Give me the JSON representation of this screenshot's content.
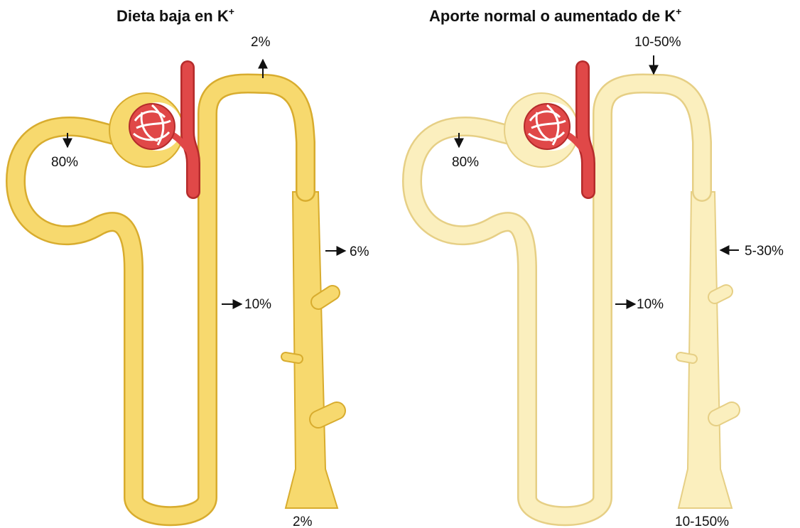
{
  "panels": [
    {
      "title": "Dieta baja en K",
      "title_sup": "+",
      "tubule_color": "#f7d96e",
      "tubule_edge": "#d8ac2e",
      "labels": {
        "proximal": "80%",
        "loop_tip": "2%",
        "ascending": "10%",
        "distal": "6%",
        "collecting_out": "2%"
      },
      "arrows": {
        "loop_tip": "up",
        "distal": "right"
      }
    },
    {
      "title": "Aporte normal o aumentado de K",
      "title_sup": "+",
      "tubule_color": "#fbefbe",
      "tubule_edge": "#e6cf85",
      "labels": {
        "proximal": "80%",
        "loop_tip": "10-50%",
        "ascending": "10%",
        "distal": "5-30%",
        "collecting_out": "10-150%"
      },
      "arrows": {
        "loop_tip": "down",
        "distal": "left"
      }
    }
  ],
  "colors": {
    "vessel": "#e04848",
    "vessel_edge": "#b52b2b"
  }
}
